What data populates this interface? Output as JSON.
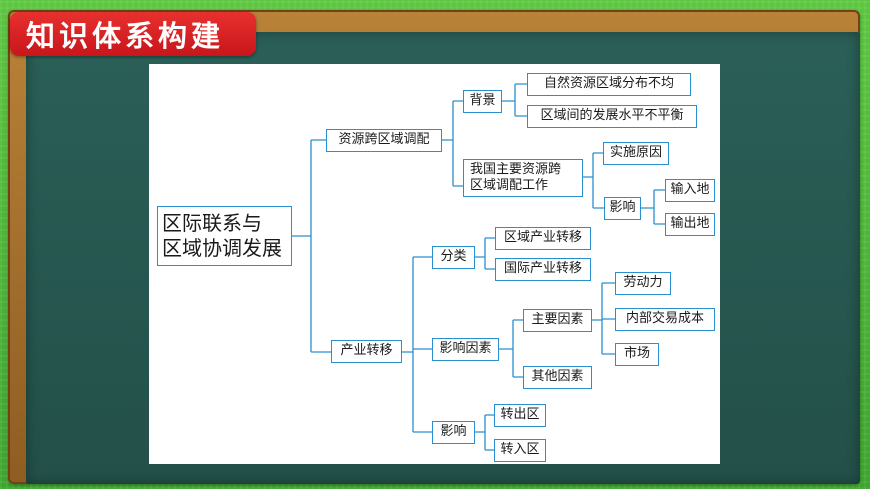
{
  "header": {
    "title": "知识体系构建"
  },
  "diagram": {
    "root": {
      "line1": "区际联系与",
      "line2": "区域协调发展"
    },
    "n_resource": "资源跨区域调配",
    "n_background": "背景",
    "n_bg_item1": "自然资源区域分布不均",
    "n_bg_item2": "区域间的发展水平不平衡",
    "n_work": {
      "line1": "我国主要资源跨",
      "line2": "区域调配工作"
    },
    "n_reason": "实施原因",
    "n_influence_a": "影响",
    "n_input": "输入地",
    "n_output": "输出地",
    "n_industry": "产业转移",
    "n_class": "分类",
    "n_regional": "区域产业转移",
    "n_international": "国际产业转移",
    "n_factors": "影响因素",
    "n_main": "主要因素",
    "n_labor": "劳动力",
    "n_trade": "内部交易成本",
    "n_market": "市场",
    "n_other": "其他因素",
    "n_influence_b": "影响",
    "n_transfer_out": "转出区",
    "n_transfer_in": "转入区"
  },
  "colors": {
    "connector": "#2a8fd0",
    "title_tag": "#d81f22",
    "board": "#275a52",
    "frame": "#a66f2c",
    "grass": "#4fb83a"
  }
}
